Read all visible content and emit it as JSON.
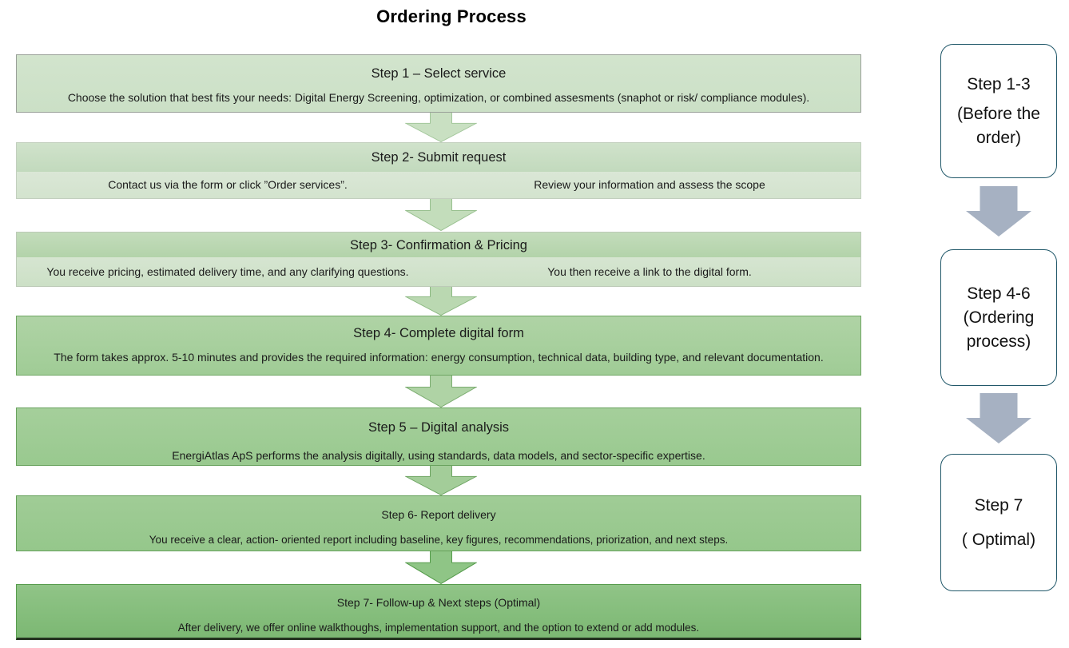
{
  "title": "Ordering Process",
  "steps": [
    {
      "title": "Step 1 – Select service",
      "body": "Choose the solution that best fits your needs: Digital Energy Screening, optimization, or combined assesments (snaphot or risk/ compliance modules)."
    },
    {
      "title": "Step 2- Submit request",
      "left": "Contact us via the form or click ”Order services”.",
      "right": "Review your information and assess the scope"
    },
    {
      "title": "Step 3- Confirmation & Pricing",
      "left": "You receive pricing, estimated delivery time, and any clarifying questions.",
      "right": "You then receive a link to the digital form."
    },
    {
      "title": "Step 4- Complete digital form",
      "body": "The form takes approx. 5-10 minutes and provides the required information: energy consumption, technical data, building type, and relevant documentation."
    },
    {
      "title": "Step 5 – Digital analysis",
      "body": "EnergiAtlas ApS performs the analysis digitally, using standards, data models, and sector-specific expertise."
    },
    {
      "title": "Step 6- Report delivery",
      "body": "You receive a clear, action- oriented report including baseline, key figures, recommendations, priorization, and next steps."
    },
    {
      "title": "Step 7- Follow-up & Next steps (Optimal)",
      "body": "After delivery, we offer online walkthoughs, implementation support, and the option to extend or add modules."
    }
  ],
  "sidebar": [
    {
      "line1": "Step 1-3",
      "line2": "(Before the order)"
    },
    {
      "line1": "Step 4-6",
      "line2": "(Ordering process)"
    },
    {
      "line1": "Step 7",
      "line2": "( Optimal)"
    }
  ],
  "colors": {
    "box_green_light": "#cfe2ca",
    "box_green_dark": "#84bd7b",
    "arrow_green_light": "#c9e0c2",
    "arrow_green_dark": "#8fc586",
    "sidebar_border_teal": "#21586a",
    "sidebar_arrow_gray": "#a6b1c2",
    "text": "#1a1a1a"
  }
}
